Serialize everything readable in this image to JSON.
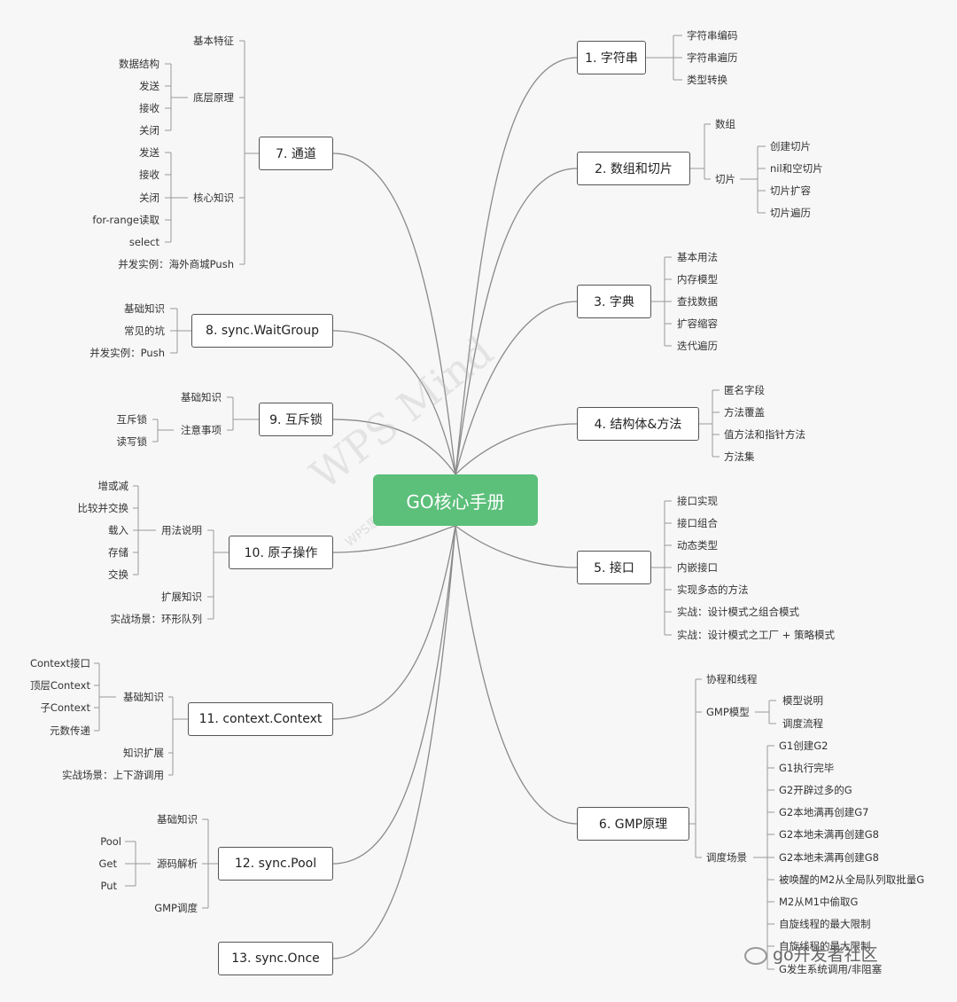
{
  "root": "GO核心手册",
  "watermark": {
    "big": "WPS Mind",
    "small": "WPS思维导图能力"
  },
  "brand": "go开发者社区",
  "branches": {
    "b1": {
      "label": "1. 字符串",
      "items": [
        "字符串编码",
        "字符串遍历",
        "类型转换"
      ]
    },
    "b2": {
      "label": "2. 数组和切片",
      "items": [
        "数组",
        "切片"
      ],
      "sub": [
        "创建切片",
        "nil和空切片",
        "切片扩容",
        "切片遍历"
      ]
    },
    "b3": {
      "label": "3. 字典",
      "items": [
        "基本用法",
        "内存模型",
        "查找数据",
        "扩容缩容",
        "迭代遍历"
      ]
    },
    "b4": {
      "label": "4. 结构体&方法",
      "items": [
        "匿名字段",
        "方法覆盖",
        "值方法和指针方法",
        "方法集"
      ]
    },
    "b5": {
      "label": "5. 接口",
      "items": [
        "接口实现",
        "接口组合",
        "动态类型",
        "内嵌接口",
        "实现多态的方法",
        "实战：设计模式之组合模式",
        "实战：设计模式之工厂 + 策略模式"
      ]
    },
    "b6": {
      "label": "6. GMP原理",
      "items": [
        "协程和线程",
        "GMP模型",
        "调度场景"
      ],
      "model": [
        "模型说明",
        "调度流程"
      ],
      "scenes": [
        "G1创建G2",
        "G1执行完毕",
        "G2开辟过多的G",
        "G2本地满再创建G7",
        "G2本地未满再创建G8",
        "G2本地未满再创建G8",
        "被唤醒的M2从全局队列取批量G",
        "M2从M1中偷取G",
        "自旋线程的最大限制",
        "自旋线程的最大限制",
        "G发生系统调用/非阻塞"
      ]
    },
    "b7": {
      "label": "7. 通道",
      "items": [
        "基本特征",
        "底层原理",
        "核心知识",
        "并发实例：海外商城Push"
      ],
      "underlying": [
        "数据结构",
        "发送",
        "接收",
        "关闭"
      ],
      "core": [
        "发送",
        "接收",
        "关闭",
        "for-range读取",
        "select"
      ]
    },
    "b8": {
      "label": "8. sync.WaitGroup",
      "items": [
        "基础知识",
        "常见的坑",
        "并发实例：Push"
      ]
    },
    "b9": {
      "label": "9. 互斥锁",
      "items": [
        "基础知识",
        "注意事项"
      ],
      "sub": [
        "互斥锁",
        "读写锁"
      ]
    },
    "b10": {
      "label": "10. 原子操作",
      "items": [
        "用法说明",
        "扩展知识",
        "实战场景：环形队列"
      ],
      "sub": [
        "增或减",
        "比较并交换",
        "载入",
        "存储",
        "交换"
      ]
    },
    "b11": {
      "label": "11. context.Context",
      "items": [
        "基础知识",
        "知识扩展",
        "实战场景：上下游调用"
      ],
      "sub": [
        "Context接口",
        "顶层Context",
        "子Context",
        "元数传递"
      ]
    },
    "b12": {
      "label": "12. sync.Pool",
      "items": [
        "基础知识",
        "源码解析",
        "GMP调度"
      ],
      "sub": [
        "Pool",
        "Get",
        "Put"
      ]
    },
    "b13": {
      "label": "13. sync.Once"
    }
  }
}
